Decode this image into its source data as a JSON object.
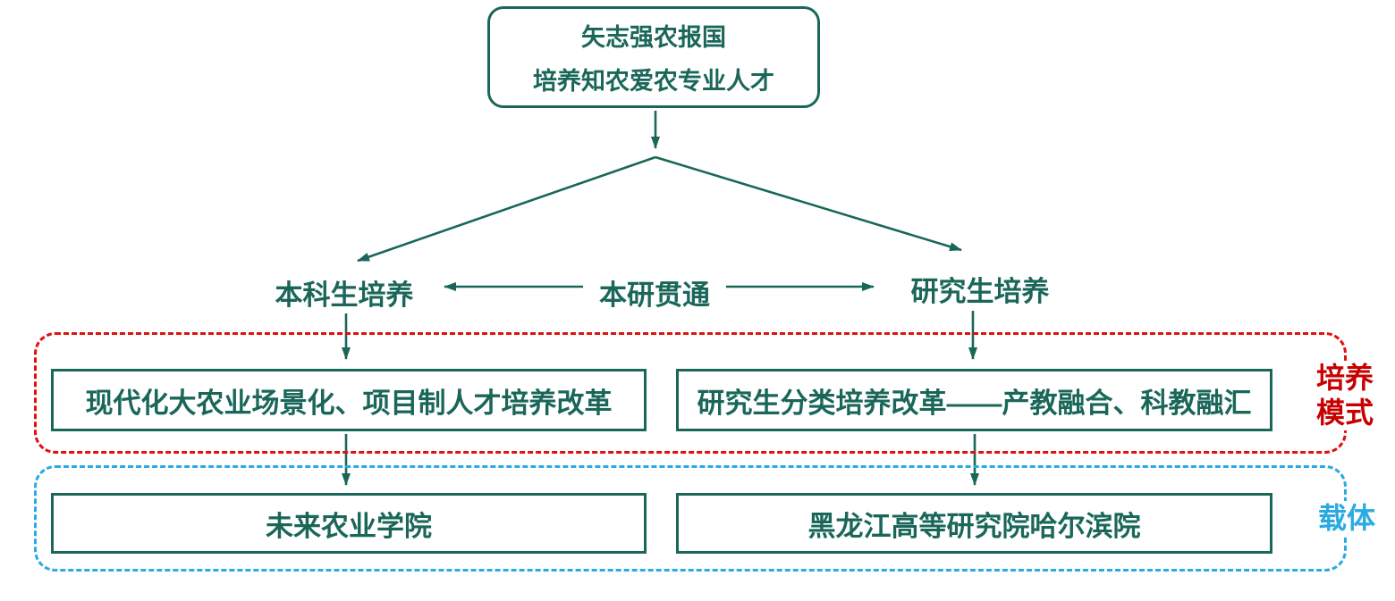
{
  "colors": {
    "teal": "#1A675A",
    "red_dash": "#E01010",
    "red_label": "#C70000",
    "blue": "#29ABE2",
    "background": "#FFFFFF"
  },
  "root_node": {
    "line1": "矢志强农报国",
    "line2": "培养知农爱农专业人才"
  },
  "mid_nodes": {
    "left": "本科生培养",
    "center": "本研贯通",
    "right": "研究生培养"
  },
  "mode_section": {
    "label_line1": "培养",
    "label_line2": "模式",
    "left_box": "现代化大农业场景化、项目制人才培养改革",
    "right_box": "研究生分类培养改革——产教融合、科教融汇"
  },
  "carrier_section": {
    "label": "载体",
    "left_box": "未来农业学院",
    "right_box": "黑龙江高等研究院哈尔滨院"
  }
}
